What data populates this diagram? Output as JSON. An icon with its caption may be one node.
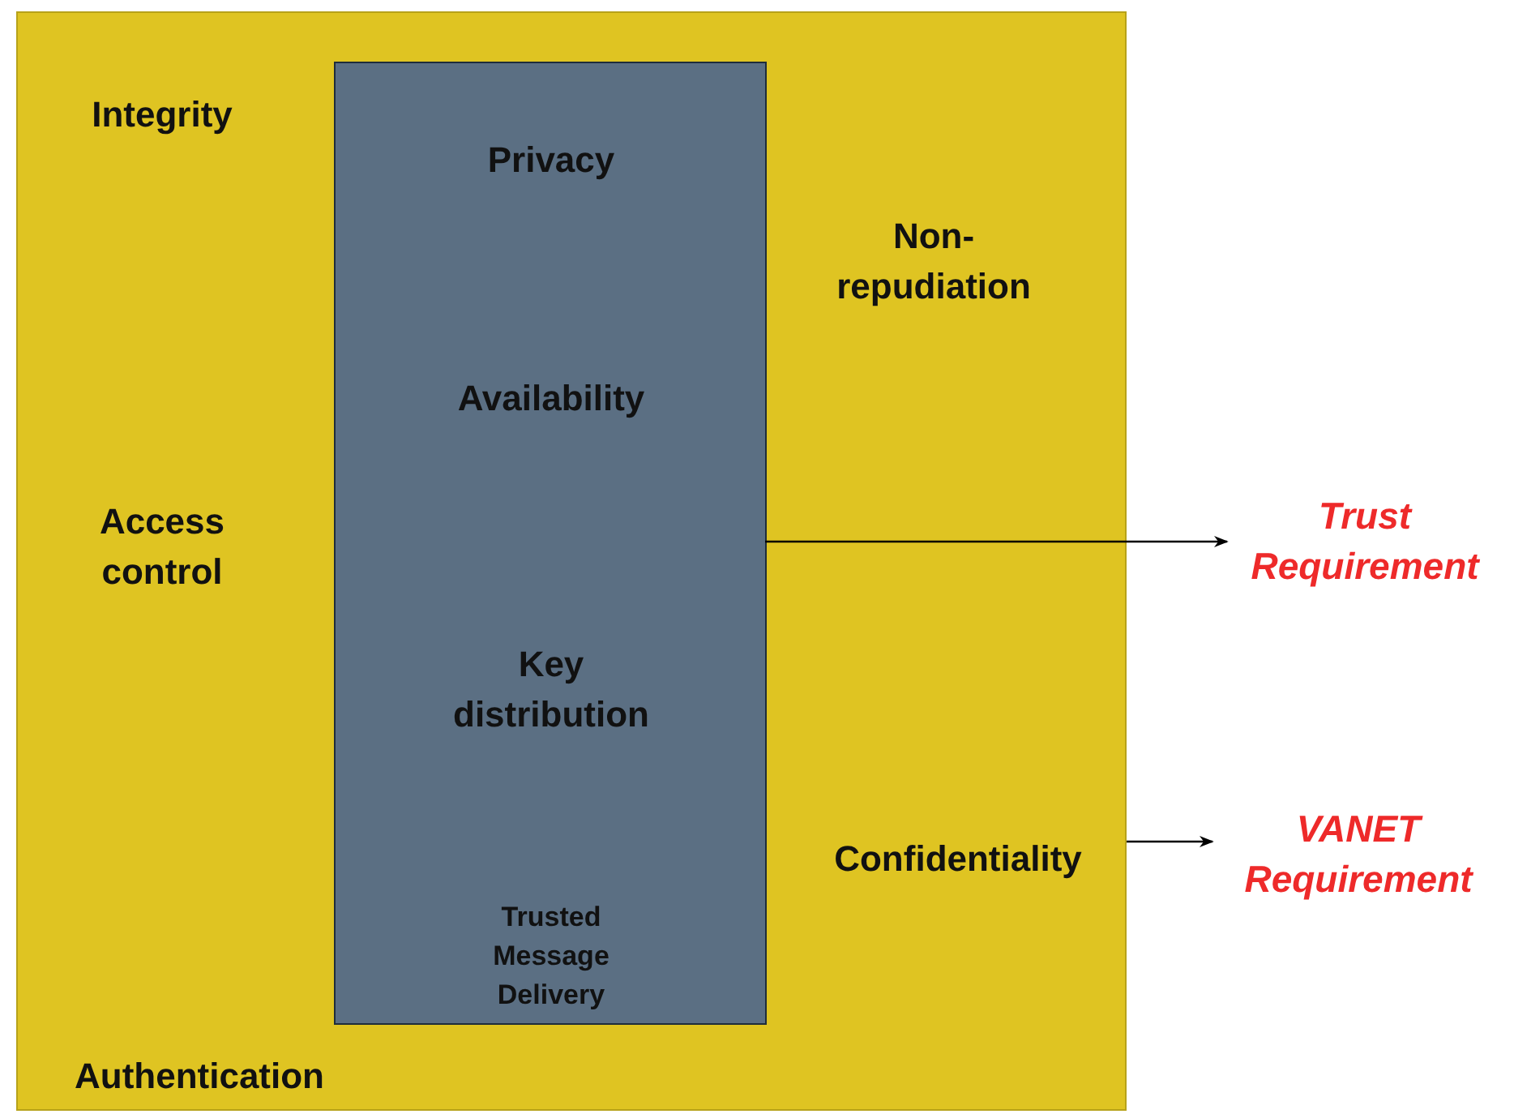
{
  "diagram": {
    "nodes": [
      {
        "text": [
          "Integrity",
          "Non-repudiation",
          "Access control",
          "Confidentiality",
          "Authentication"
        ]
      },
      {
        "text": [
          "Privacy",
          "Availability",
          "Key distribution",
          "Trusted Message Delivery"
        ],
        "in": 0
      },
      {
        "text": [
          "Trust Requirement"
        ]
      },
      {
        "text": [
          "VANET Requirement"
        ]
      }
    ],
    "edges": [
      {
        "from": 1,
        "to": 2,
        "arrow": "to"
      },
      {
        "from": 0,
        "to": 3,
        "arrow": "to"
      }
    ]
  }
}
